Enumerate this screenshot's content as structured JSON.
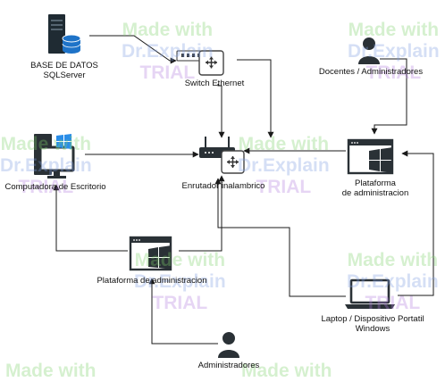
{
  "nodes": {
    "database": {
      "line1": "BASE DE DATOS",
      "line2": "SQLServer",
      "icon": "database-server-icon"
    },
    "switch": {
      "label": "Switch Ethernet",
      "icon": "ethernet-switch-icon"
    },
    "docentes": {
      "label": "Docentes / Administradores",
      "icon": "user-icon"
    },
    "desktop": {
      "label": "Computadora de Escritorio",
      "icon": "desktop-computer-icon"
    },
    "router": {
      "label": "Enrutador inalambrico",
      "icon": "wireless-router-icon"
    },
    "platform_right": {
      "line1": "Plataforma",
      "line2": "de administracion",
      "icon": "browser-window-icon"
    },
    "platform_bottom": {
      "label": "Plataforma de administracion",
      "icon": "browser-window-icon"
    },
    "laptop": {
      "line1": "Laptop / Dispositivo Portatil",
      "line2": "Windows",
      "icon": "laptop-icon"
    },
    "admins": {
      "label": "Administradores",
      "icon": "user-icon"
    }
  },
  "watermark": {
    "line1": "Made with",
    "line2": "Dr.Explain",
    "line3": "TRIAL"
  },
  "colors": {
    "line": "#1a1a1a",
    "icon_dark": "#1f2b33",
    "db_blue": "#1e73c8",
    "win_blue": "#2a8de8"
  }
}
